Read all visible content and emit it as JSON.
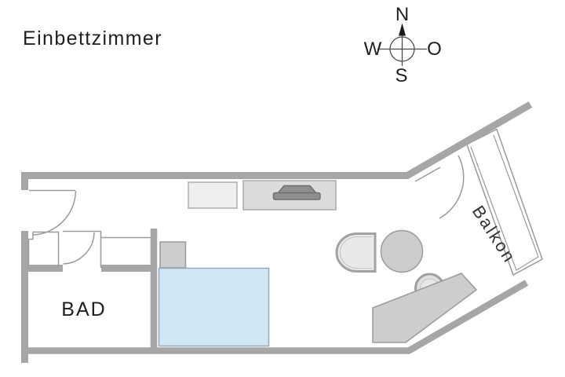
{
  "title": "Einbettzimmer",
  "compass": {
    "north": "N",
    "east": "O",
    "south": "S",
    "west": "W"
  },
  "labels": {
    "bathroom": "BAD",
    "balcony": "Balkon"
  },
  "colors": {
    "background": "#ffffff",
    "wall": "#a6a6a6",
    "thin_line": "#9b9b9b",
    "bed_fill": "#cfe7f7",
    "bed_stroke": "#99a7b2",
    "furniture_fill": "#cdcdcd",
    "furniture_stroke": "#9a9a9a",
    "desk_fill": "#efefef",
    "sideboard_fill": "#dcdcdc",
    "chair_fill": "#e9e9e9",
    "tv_fill": "#8f8f8f",
    "tv_stroke": "#6e6e6e",
    "compass_line": "#4d4d4d",
    "text": "#1f1f1f"
  }
}
